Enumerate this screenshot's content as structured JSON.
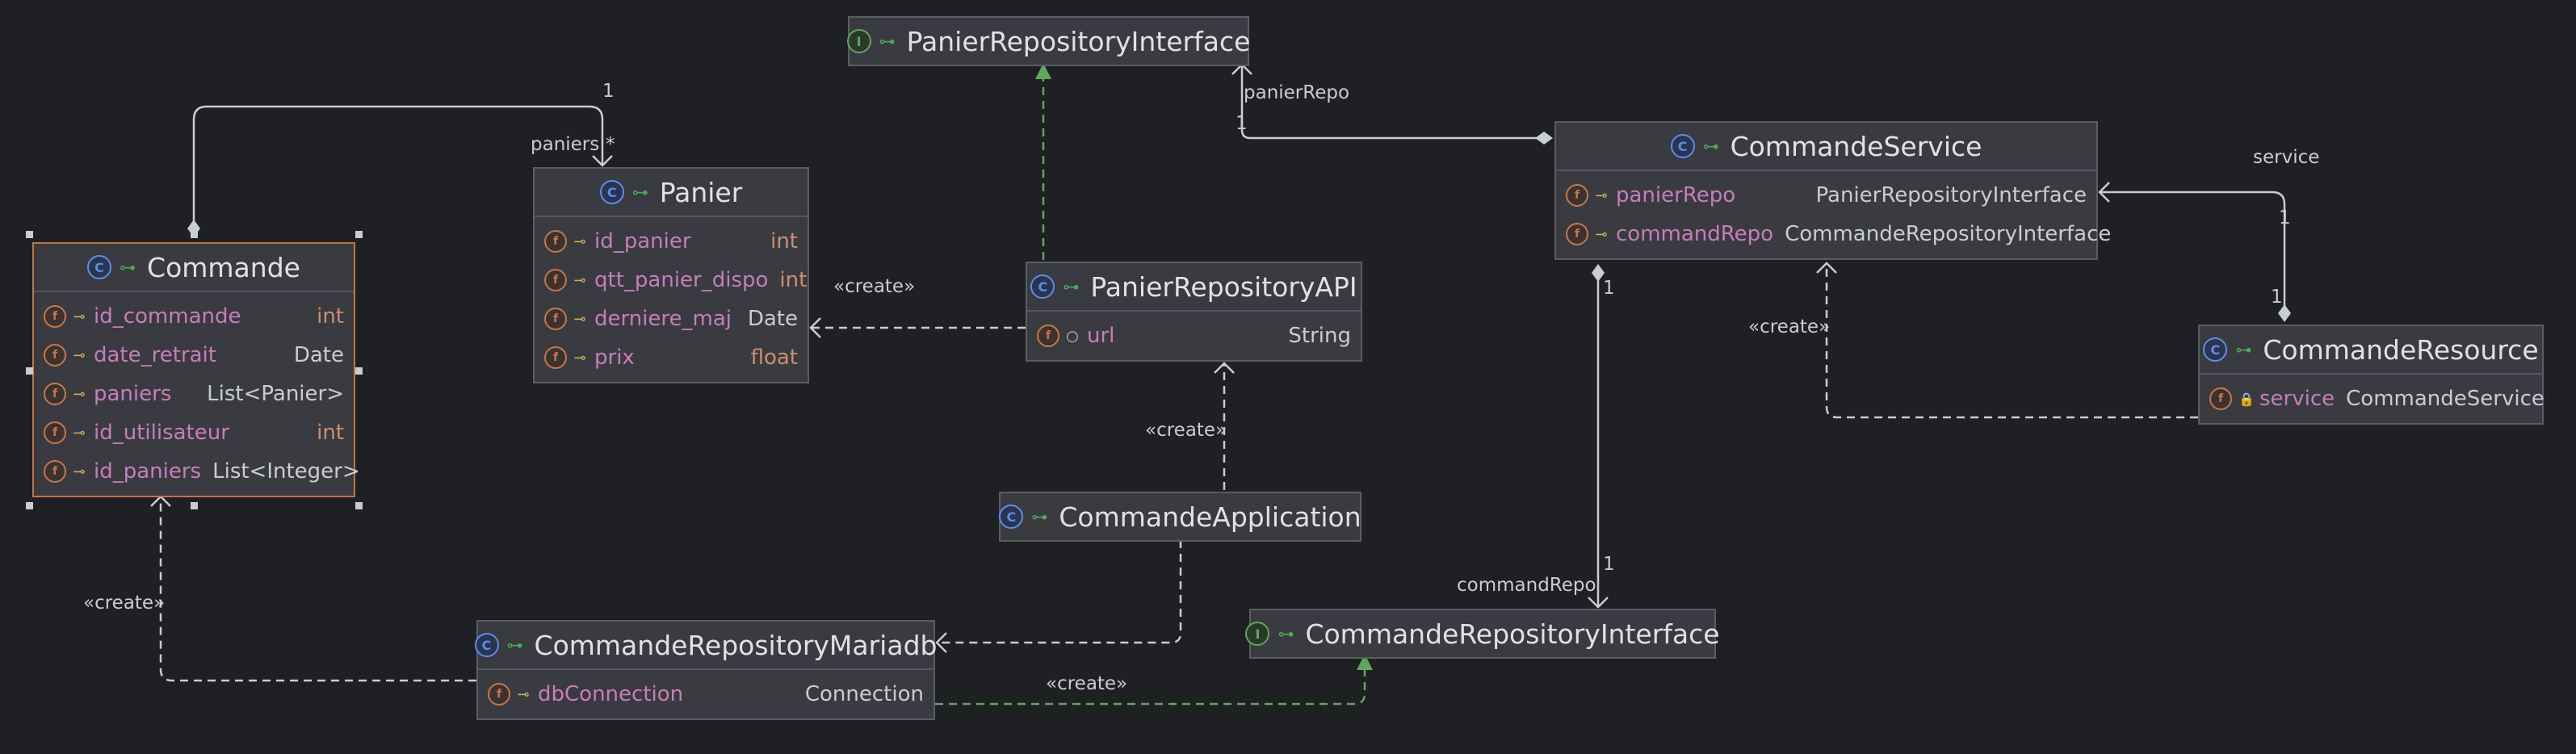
{
  "colors": {
    "background": "#1f2024",
    "node_fill": "#393b40",
    "selected_border": "#c5763c",
    "association": "#c9ccd1",
    "realization": "#5fa75a",
    "field_name": "#c77dbb",
    "primitive_type": "#cf8e6d"
  },
  "nodes": {
    "commande": {
      "kind_icon": "C",
      "title": "Commande",
      "fields": [
        {
          "icon": "f",
          "mod": "key",
          "name": "id_commande",
          "type": "int",
          "primitive": true
        },
        {
          "icon": "f",
          "mod": "key",
          "name": "date_retrait",
          "type": "Date",
          "primitive": false
        },
        {
          "icon": "f",
          "mod": "key",
          "name": "paniers",
          "type": "List<Panier>",
          "primitive": false
        },
        {
          "icon": "f",
          "mod": "key",
          "name": "id_utilisateur",
          "type": "int",
          "primitive": true
        },
        {
          "icon": "f",
          "mod": "key",
          "name": "id_paniers",
          "type": "List<Integer>",
          "primitive": false
        }
      ]
    },
    "panier": {
      "kind_icon": "C",
      "title": "Panier",
      "fields": [
        {
          "icon": "f",
          "mod": "key",
          "name": "id_panier",
          "type": "int",
          "primitive": true
        },
        {
          "icon": "f",
          "mod": "key",
          "name": "qtt_panier_dispo",
          "type": "int",
          "primitive": true
        },
        {
          "icon": "f",
          "mod": "key",
          "name": "derniere_maj",
          "type": "Date",
          "primitive": false
        },
        {
          "icon": "f",
          "mod": "key",
          "name": "prix",
          "type": "float",
          "primitive": true
        }
      ]
    },
    "panierRepoIface": {
      "kind_icon": "I",
      "title": "PanierRepositoryInterface"
    },
    "panierRepoApi": {
      "kind_icon": "C",
      "title": "PanierRepositoryAPI",
      "fields": [
        {
          "icon": "f",
          "mod": "circle",
          "name": "url",
          "type": "String",
          "primitive": false
        }
      ]
    },
    "commandeApp": {
      "kind_icon": "C",
      "title": "CommandeApplication"
    },
    "commandeService": {
      "kind_icon": "C",
      "title": "CommandeService",
      "fields": [
        {
          "icon": "f",
          "mod": "key",
          "name": "panierRepo",
          "type": "PanierRepositoryInterface",
          "primitive": false
        },
        {
          "icon": "f",
          "mod": "key",
          "name": "commandRepo",
          "type": "CommandeRepositoryInterface",
          "primitive": false
        }
      ]
    },
    "commandeResource": {
      "kind_icon": "C",
      "title": "CommandeResource",
      "fields": [
        {
          "icon": "f",
          "mod": "lock",
          "name": "service",
          "type": "CommandeService",
          "primitive": false
        }
      ]
    },
    "commandeRepoIface": {
      "kind_icon": "I",
      "title": "CommandeRepositoryInterface"
    },
    "commandeRepoMariadb": {
      "kind_icon": "C",
      "title": "CommandeRepositoryMariadb",
      "fields": [
        {
          "icon": "f",
          "mod": "key",
          "name": "dbConnection",
          "type": "Connection",
          "primitive": false
        }
      ]
    }
  },
  "labels": {
    "commande_panier_mult_1": "1",
    "commande_panier_role": "paniers",
    "commande_panier_mult_many": "*",
    "panierRepo_role": "panierRepo",
    "panierRepo_mult": "1",
    "create_api_panier": "«create»",
    "create_app_api": "«create»",
    "create_resource_service": "«create»",
    "create_mariadb_commande": "«create»",
    "create_mariadb_iface": "«create»",
    "service_role": "service",
    "service_mult_a": "1",
    "service_mult_b": "1",
    "commandRepo_mult_a": "1",
    "commandRepo_mult_b": "1",
    "commandRepo_role": "commandRepo"
  }
}
